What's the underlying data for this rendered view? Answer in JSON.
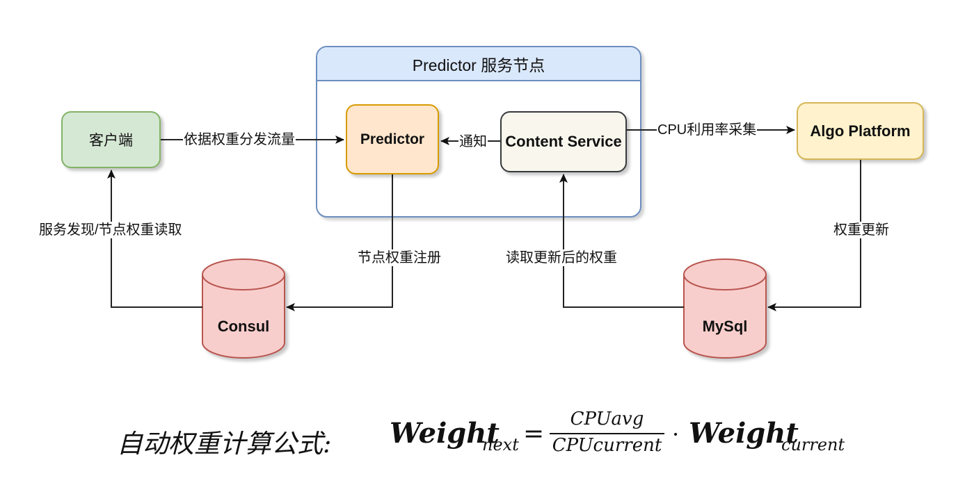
{
  "group": {
    "title": "Predictor 服务节点"
  },
  "nodes": {
    "client": "客户端",
    "predictor": "Predictor",
    "content_service": "Content Service",
    "algo_platform": "Algo Platform",
    "consul": "Consul",
    "mysql": "MySql"
  },
  "edges": {
    "client_to_predictor": "依据权重分发流量",
    "content_to_predictor": "通知",
    "content_to_algo": "CPU利用率采集",
    "consul_to_client": "服务发现/节点权重读取",
    "predictor_to_consul": "节点权重注册",
    "mysql_to_content": "读取更新后的权重",
    "algo_to_mysql": "权重更新"
  },
  "formula": {
    "title": "自动权重计算公式:",
    "lhs": "Weight",
    "lhs_sub": "next",
    "equals": "=",
    "numerator": "CPUavg",
    "denominator": "CPUcurrent",
    "dot": "·",
    "rhs": "Weight",
    "rhs_sub": "current"
  },
  "colors": {
    "green_fill": "#d5e8d4",
    "green_stroke": "#82b366",
    "orange_fill": "#ffe6cc",
    "orange_stroke": "#d79b00",
    "yellow_fill": "#fff2cc",
    "yellow_stroke": "#d6b656",
    "blue_fill": "#dae8fc",
    "blue_stroke": "#6c8ebf",
    "red_fill": "#f8cecc",
    "red_stroke": "#b85450"
  }
}
